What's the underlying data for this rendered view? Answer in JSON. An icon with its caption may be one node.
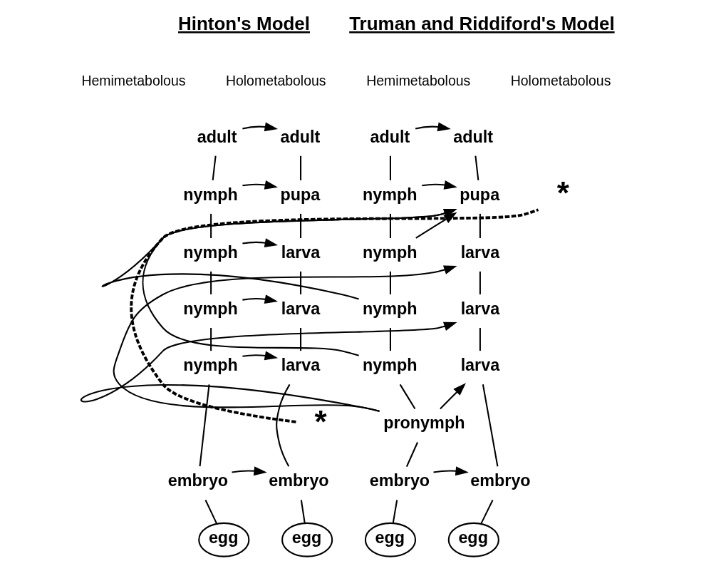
{
  "diagram": {
    "nodes": [
      {
        "text": [
          "adult"
        ]
      },
      {
        "text": [
          "nymph"
        ]
      },
      {
        "text": [
          "nymph"
        ]
      },
      {
        "text": [
          "nymph"
        ]
      },
      {
        "text": [
          "nymph"
        ]
      },
      {
        "text": [
          "embryo"
        ]
      },
      {
        "text": [
          "egg"
        ]
      },
      {
        "text": [
          "adult"
        ]
      },
      {
        "text": [
          "pupa"
        ]
      },
      {
        "text": [
          "larva"
        ]
      },
      {
        "text": [
          "larva"
        ]
      },
      {
        "text": [
          "larva"
        ]
      },
      {
        "text": [
          "embryo"
        ]
      },
      {
        "text": [
          "egg"
        ]
      },
      {
        "text": [
          "adult"
        ]
      },
      {
        "text": [
          "nymph"
        ]
      },
      {
        "text": [
          "nymph"
        ]
      },
      {
        "text": [
          "nymph"
        ]
      },
      {
        "text": [
          "nymph"
        ]
      },
      {
        "text": [
          "pronymph"
        ]
      },
      {
        "text": [
          "embryo"
        ]
      },
      {
        "text": [
          "egg"
        ]
      },
      {
        "text": [
          "adult"
        ]
      },
      {
        "text": [
          "pupa"
        ]
      },
      {
        "text": [
          "larva"
        ]
      },
      {
        "text": [
          "larva"
        ]
      },
      {
        "text": [
          "larva"
        ]
      },
      {
        "text": [
          "embryo"
        ]
      },
      {
        "text": [
          "egg"
        ]
      },
      {
        "text": [
          "*"
        ]
      },
      {
        "text": [
          "*"
        ]
      }
    ],
    "edges": [
      {
        "from": 0,
        "to": 1,
        "arrow": "none"
      },
      {
        "from": 1,
        "to": 2,
        "arrow": "none"
      },
      {
        "from": 2,
        "to": 3,
        "arrow": "none"
      },
      {
        "from": 3,
        "to": 4,
        "arrow": "none"
      },
      {
        "from": 4,
        "to": 5,
        "arrow": "none"
      },
      {
        "from": 5,
        "to": 6,
        "arrow": "none"
      },
      {
        "from": 7,
        "to": 8,
        "arrow": "none"
      },
      {
        "from": 8,
        "to": 9,
        "arrow": "none"
      },
      {
        "from": 9,
        "to": 10,
        "arrow": "none"
      },
      {
        "from": 10,
        "to": 11,
        "arrow": "none"
      },
      {
        "from": 11,
        "to": 12,
        "arrow": "none"
      },
      {
        "from": 12,
        "to": 13,
        "arrow": "none"
      },
      {
        "from": 0,
        "to": 7,
        "arrow": "to"
      },
      {
        "from": 1,
        "to": 8,
        "arrow": "to"
      },
      {
        "from": 2,
        "to": 9,
        "arrow": "to"
      },
      {
        "from": 3,
        "to": 10,
        "arrow": "to"
      },
      {
        "from": 4,
        "to": 11,
        "arrow": "to"
      },
      {
        "from": 5,
        "to": 12,
        "arrow": "to"
      },
      {
        "from": 14,
        "to": 15,
        "arrow": "none"
      },
      {
        "from": 15,
        "to": 16,
        "arrow": "none"
      },
      {
        "from": 16,
        "to": 17,
        "arrow": "none"
      },
      {
        "from": 17,
        "to": 18,
        "arrow": "none"
      },
      {
        "from": 18,
        "to": 19,
        "arrow": "none"
      },
      {
        "from": 19,
        "to": 20,
        "arrow": "none"
      },
      {
        "from": 20,
        "to": 21,
        "arrow": "none"
      },
      {
        "from": 22,
        "to": 23,
        "arrow": "none"
      },
      {
        "from": 23,
        "to": 24,
        "arrow": "none"
      },
      {
        "from": 24,
        "to": 25,
        "arrow": "none"
      },
      {
        "from": 25,
        "to": 26,
        "arrow": "none"
      },
      {
        "from": 26,
        "to": 27,
        "arrow": "none"
      },
      {
        "from": 27,
        "to": 28,
        "arrow": "none"
      },
      {
        "from": 14,
        "to": 22,
        "arrow": "to"
      },
      {
        "from": 15,
        "to": 23,
        "arrow": "to"
      },
      {
        "from": 16,
        "to": 23,
        "arrow": "to"
      },
      {
        "from": 17,
        "to": 23,
        "arrow": "to"
      },
      {
        "from": 18,
        "to": 23,
        "arrow": "to"
      },
      {
        "from": 19,
        "to": 24,
        "arrow": "to"
      },
      {
        "from": 19,
        "to": 25,
        "arrow": "to"
      },
      {
        "from": 19,
        "to": 26,
        "arrow": "to"
      },
      {
        "from": 20,
        "to": 27,
        "arrow": "to"
      },
      {
        "from": 29,
        "to": 30,
        "arrow": "none",
        "style": "dashed"
      }
    ],
    "labels": [
      "Hinton's Model",
      "Truman and Riddiford's Model",
      "Hemimetabolous",
      "Holometabolous",
      "Hemimetabolous",
      "Holometabolous"
    ]
  }
}
